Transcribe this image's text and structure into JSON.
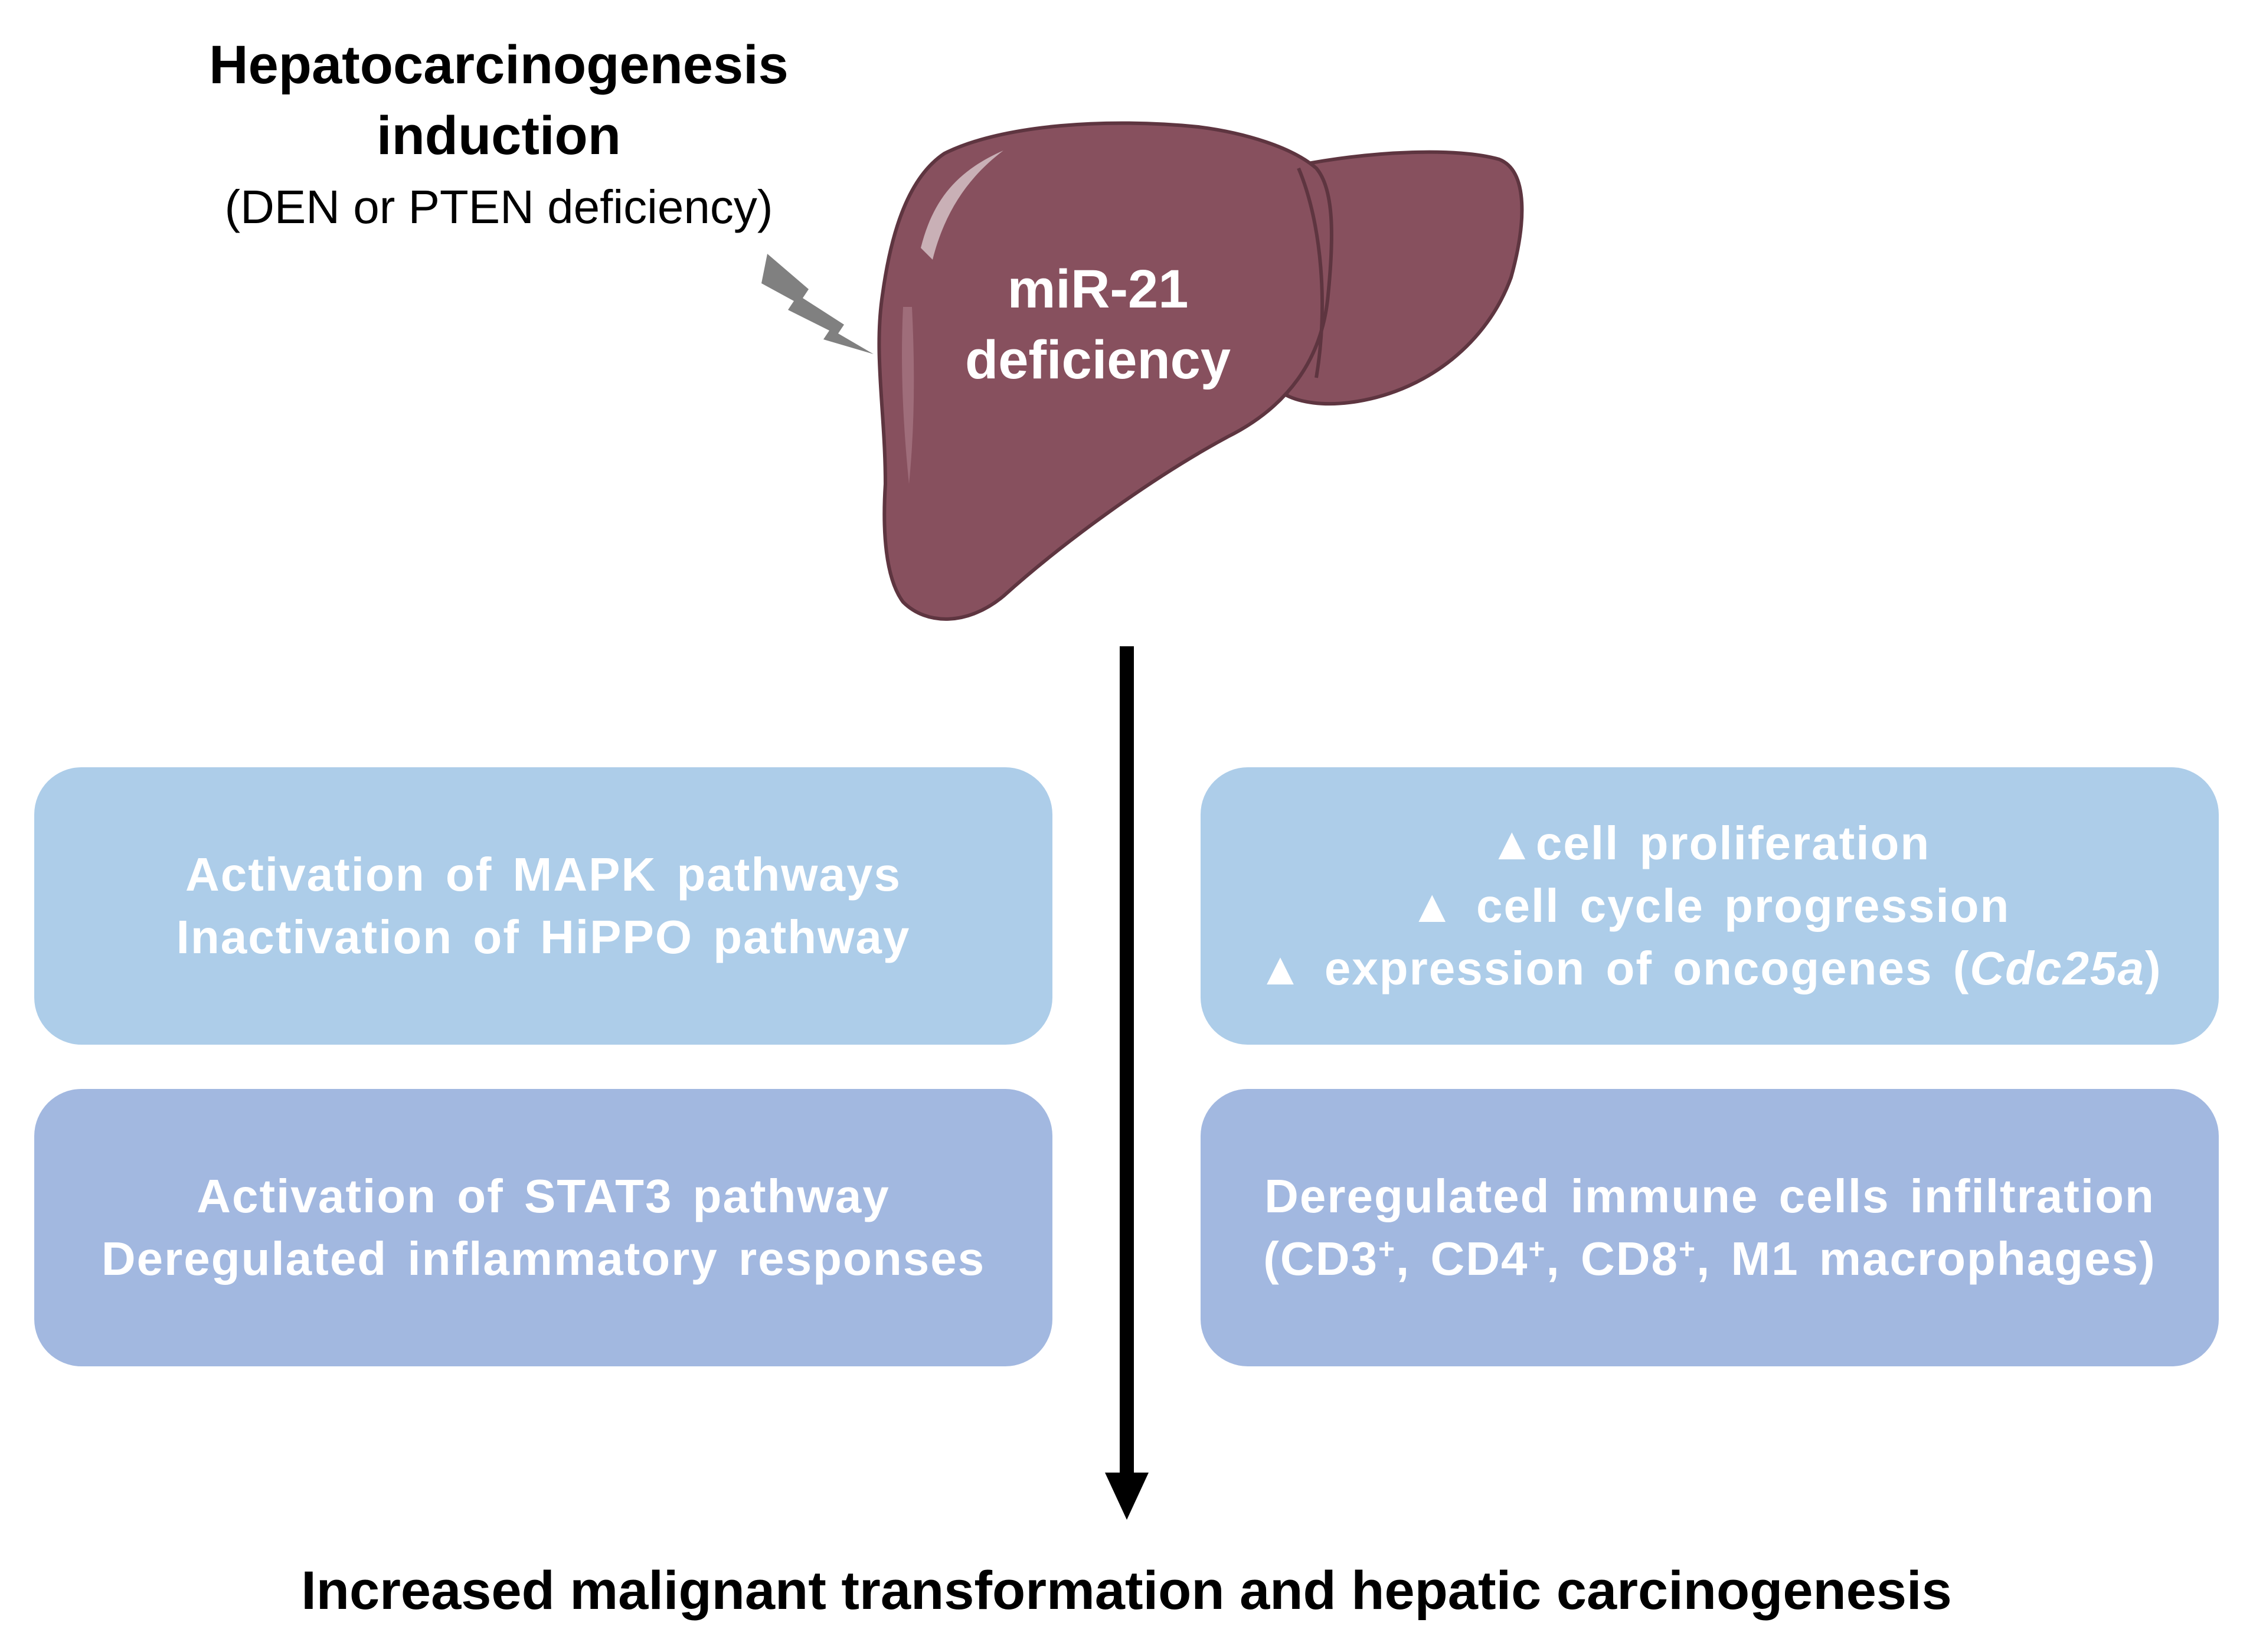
{
  "induction": {
    "title_line1": "Hepatocarcinogenesis",
    "title_line2": "induction",
    "subtitle": "(DEN or PTEN deficiency)"
  },
  "liver": {
    "label_line1": "miR-21",
    "label_line2": "deficiency",
    "fill_color": "#87505e"
  },
  "boxes": {
    "top_left": {
      "line1": "Activation of MAPK pathways",
      "line2": "Inactivation of HiPPO pathway"
    },
    "top_right": {
      "line1": "cell proliferation",
      "line2": "cell cycle progression",
      "line3_pre": "expression of oncogenes (",
      "line3_gene": "Cdc25a",
      "line3_post": ")",
      "triangle": "▲"
    },
    "bottom_left": {
      "line1": "Activation of STAT3 pathway",
      "line2": "Deregulated inflammatory responses"
    },
    "bottom_right": {
      "line1": "Deregulated immune cells infiltration",
      "line2_a": "(CD3",
      "line2_b": ", CD4",
      "line2_c": ", CD8",
      "line2_d": ", M1 macrophages)",
      "sup": "+"
    },
    "top_color": "#adcde9",
    "bottom_color": "#a2b8e0"
  },
  "conclusion": "Increased malignant transformation and hepatic carcinogenesis"
}
